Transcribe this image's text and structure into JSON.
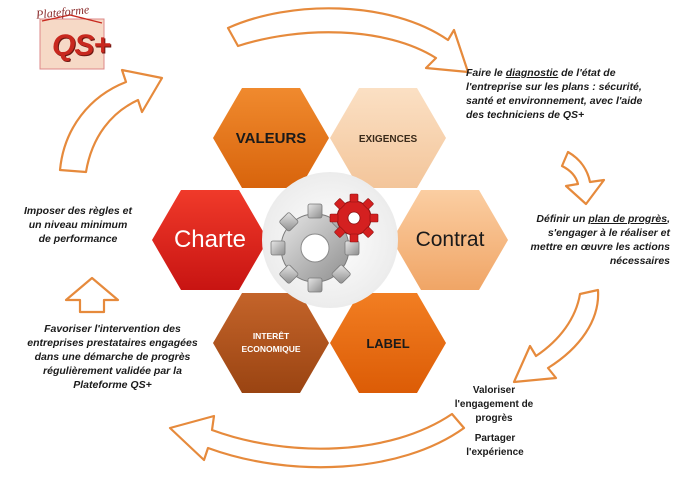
{
  "logo": {
    "script_text": "Plateforme",
    "main_text": "QS+"
  },
  "hexagons": {
    "valeurs": "VALEURS",
    "exigences": "EXIGENCES",
    "charte": "Charte",
    "contrat": "Contrat",
    "interet_line1": "INTERÊT",
    "interet_line2": "ECONOMIQUE",
    "label": "LABEL"
  },
  "steps": {
    "diagnostic": {
      "part1": "Faire le ",
      "link": "diagnostic",
      "part2": " de l'état de l'entreprise  sur les plans : sécurité, santé et environnement,  avec l'aide des techniciens de QS+"
    },
    "plan": {
      "part1": "Définir un ",
      "link": "plan de progrès",
      "part2": ", s'engager à le réaliser  et mettre en œuvre  les actions nécessaires"
    },
    "valoriser": "Valoriser l'engagement de progrès",
    "partager": "Partager l'expérience",
    "favoriser": "Favoriser  l'intervention  des entreprises  prestataires engagées  dans une démarche  de progrès régulièrement  validée  par la Plateforme  QS+",
    "imposer": "Imposer des règles  et un niveau minimum de performance"
  },
  "colors": {
    "valeurs": "#e8741c",
    "exigences": "#f8d2ac",
    "charte": "#e02020",
    "contrat": "#f6bb86",
    "interet": "#b4561e",
    "label": "#ec6d10",
    "arrow_stroke": "#e68a3c",
    "logo_red": "#c8281e"
  }
}
